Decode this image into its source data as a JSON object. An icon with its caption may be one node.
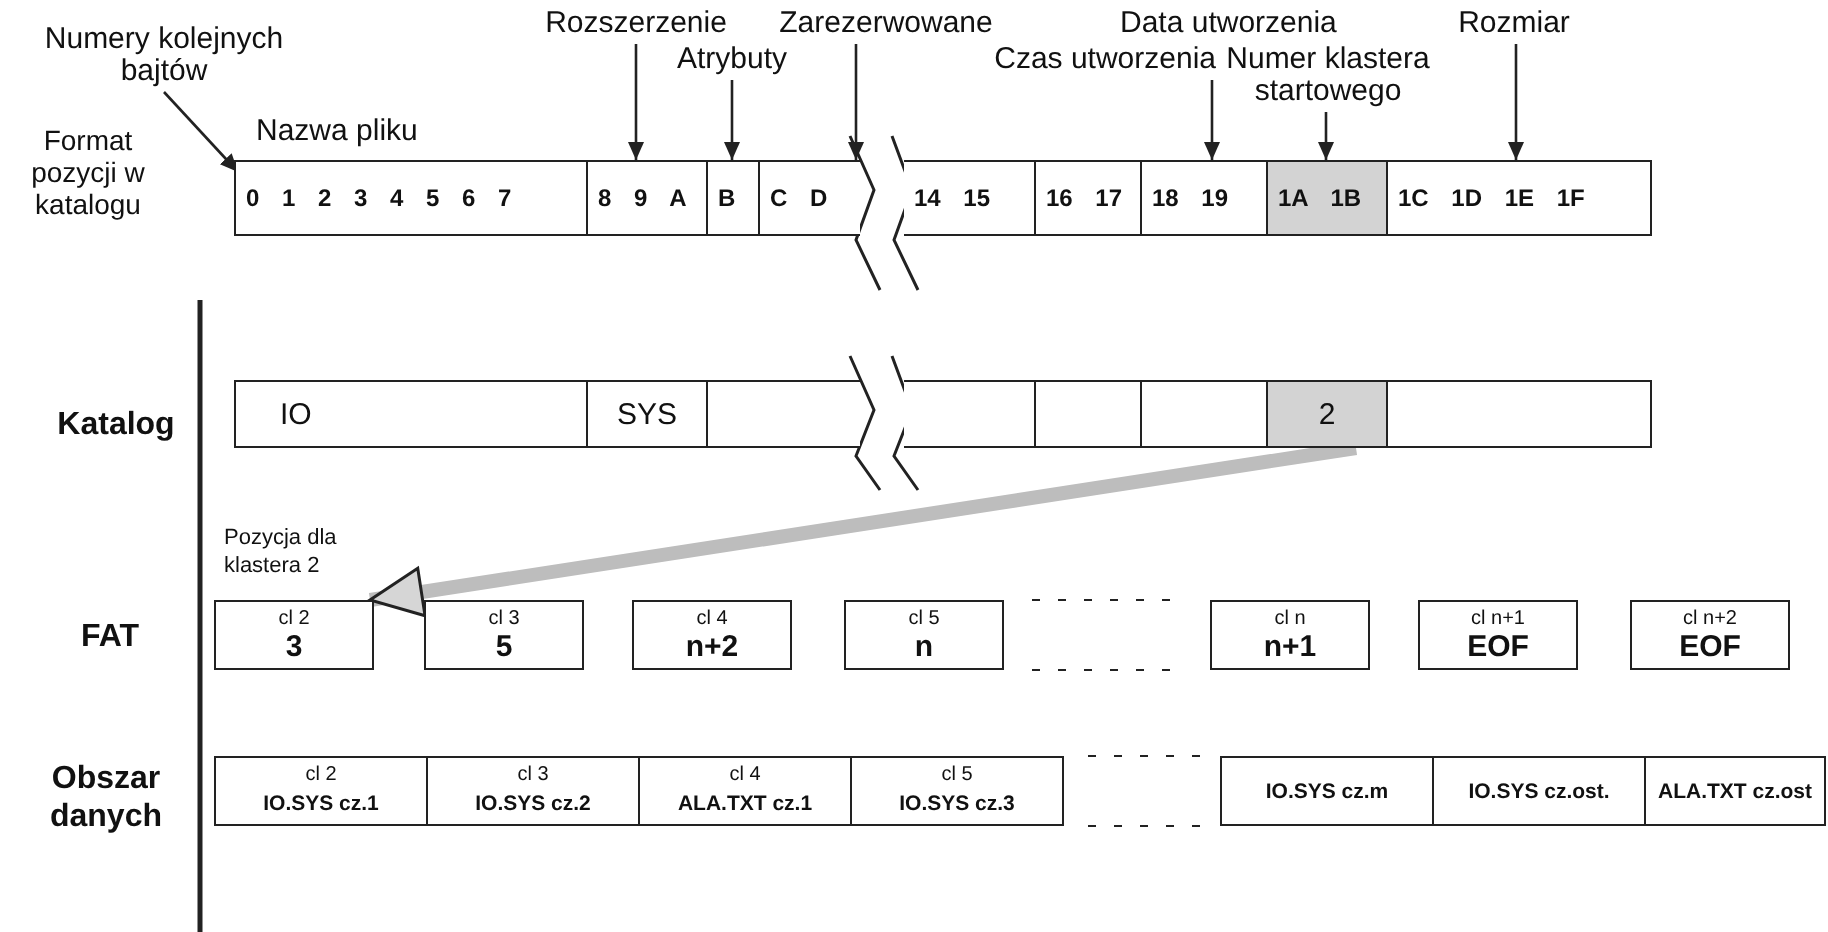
{
  "diagram": {
    "nodes": [
      {
        "text": [
          "Numery kolejnych bajtów"
        ]
      },
      {
        "text": [
          "Rozszerzenie"
        ]
      },
      {
        "text": [
          "Atrybuty"
        ]
      },
      {
        "text": [
          "Zarezerwowane"
        ]
      },
      {
        "text": [
          "Czas utworzenia"
        ]
      },
      {
        "text": [
          "Numer klastera startowego"
        ]
      },
      {
        "text": [
          "Rozmiar"
        ]
      },
      {
        "text": [
          "0 1 2 3 4 5 6 7"
        ],
        "beside": [
          "Nazwa pliku"
        ]
      },
      {
        "text": [
          "8 9 A"
        ]
      },
      {
        "text": [
          "B"
        ]
      },
      {
        "text": [
          "C D"
        ]
      },
      {
        "text": [
          "14 15"
        ]
      },
      {
        "text": [
          "16 17"
        ]
      },
      {
        "text": [
          "18 19"
        ]
      },
      {
        "text": [
          "1A 1B"
        ]
      },
      {
        "text": [
          "1C 1D 1E 1F"
        ]
      },
      {
        "text": [
          "IO"
        ]
      },
      {
        "text": [
          "SYS"
        ]
      },
      {
        "text": [],
        "shape": "box"
      },
      {
        "text": [],
        "shape": "box"
      },
      {
        "text": [],
        "shape": "box"
      },
      {
        "text": [],
        "shape": "box"
      },
      {
        "text": [
          "2"
        ]
      },
      {
        "text": [],
        "shape": "box"
      },
      {
        "text": [
          "cl 2",
          "3"
        ]
      },
      {
        "text": [
          "cl 3",
          "5"
        ]
      },
      {
        "text": [
          "cl 4",
          "n+2"
        ]
      },
      {
        "text": [
          "cl 5",
          "n"
        ]
      },
      {
        "text": [
          "cl n",
          "n+1"
        ]
      },
      {
        "text": [
          "cl n+1",
          "EOF"
        ]
      },
      {
        "text": [
          "cl n+2",
          "EOF"
        ]
      },
      {
        "text": [
          "cl 2",
          "IO.SYS cz.1"
        ]
      },
      {
        "text": [
          "cl 3",
          "IO.SYS cz.2"
        ]
      },
      {
        "text": [
          "cl 4",
          "ALA.TXT cz.1"
        ]
      },
      {
        "text": [
          "cl 5",
          "IO.SYS cz.3"
        ]
      },
      {
        "text": [
          "IO.SYS cz.m"
        ]
      },
      {
        "text": [
          "IO.SYS cz.ost."
        ]
      },
      {
        "text": [
          "ALA.TXT cz.ost"
        ]
      }
    ],
    "edges": [
      {
        "from": 0,
        "to": 7,
        "arrow": "to"
      },
      {
        "from": 1,
        "to": 8,
        "arrow": "to"
      },
      {
        "from": 2,
        "to": 9,
        "arrow": "to"
      },
      {
        "from": 3,
        "to": 10,
        "arrow": "to"
      },
      {
        "from": 4,
        "to": 13,
        "arrow": "to"
      },
      {
        "from": 5,
        "to": 14,
        "arrow": "to"
      },
      {
        "from": 6,
        "to": 15,
        "arrow": "to"
      },
      {
        "from": 22,
        "to": 24,
        "arrow": "to",
        "label": "Pozycja dla klastera 2",
        "style": "thick",
        "color": "#bdbdbd"
      }
    ],
    "labels": [
      "Data utworzenia",
      "Format pozycji w katalogu",
      "Katalog",
      "FAT",
      "Obszar danych"
    ]
  }
}
